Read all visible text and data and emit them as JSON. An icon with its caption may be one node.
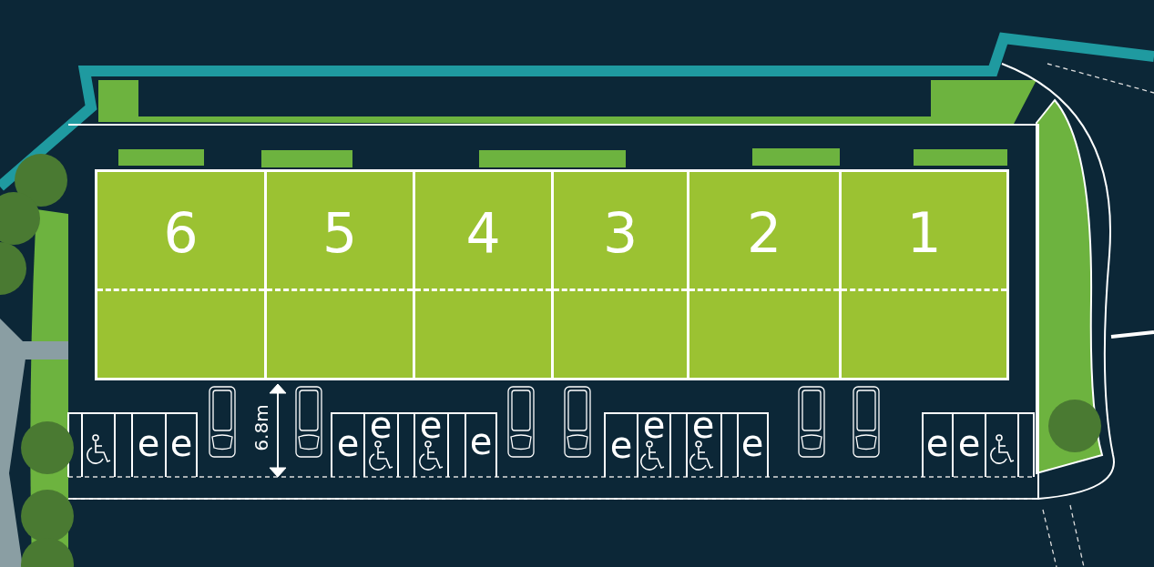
{
  "diagram": {
    "nodes": [
      {
        "text": [
          "6"
        ]
      },
      {
        "text": [
          "5"
        ]
      },
      {
        "text": [
          "4"
        ]
      },
      {
        "text": [
          "3"
        ]
      },
      {
        "text": [
          "2"
        ]
      },
      {
        "text": [
          "1"
        ]
      }
    ],
    "labels": [
      "e",
      "e",
      "6.8m",
      "e",
      "e",
      "e",
      "e",
      "e",
      "e",
      "e",
      "e",
      "e",
      "e"
    ]
  }
}
